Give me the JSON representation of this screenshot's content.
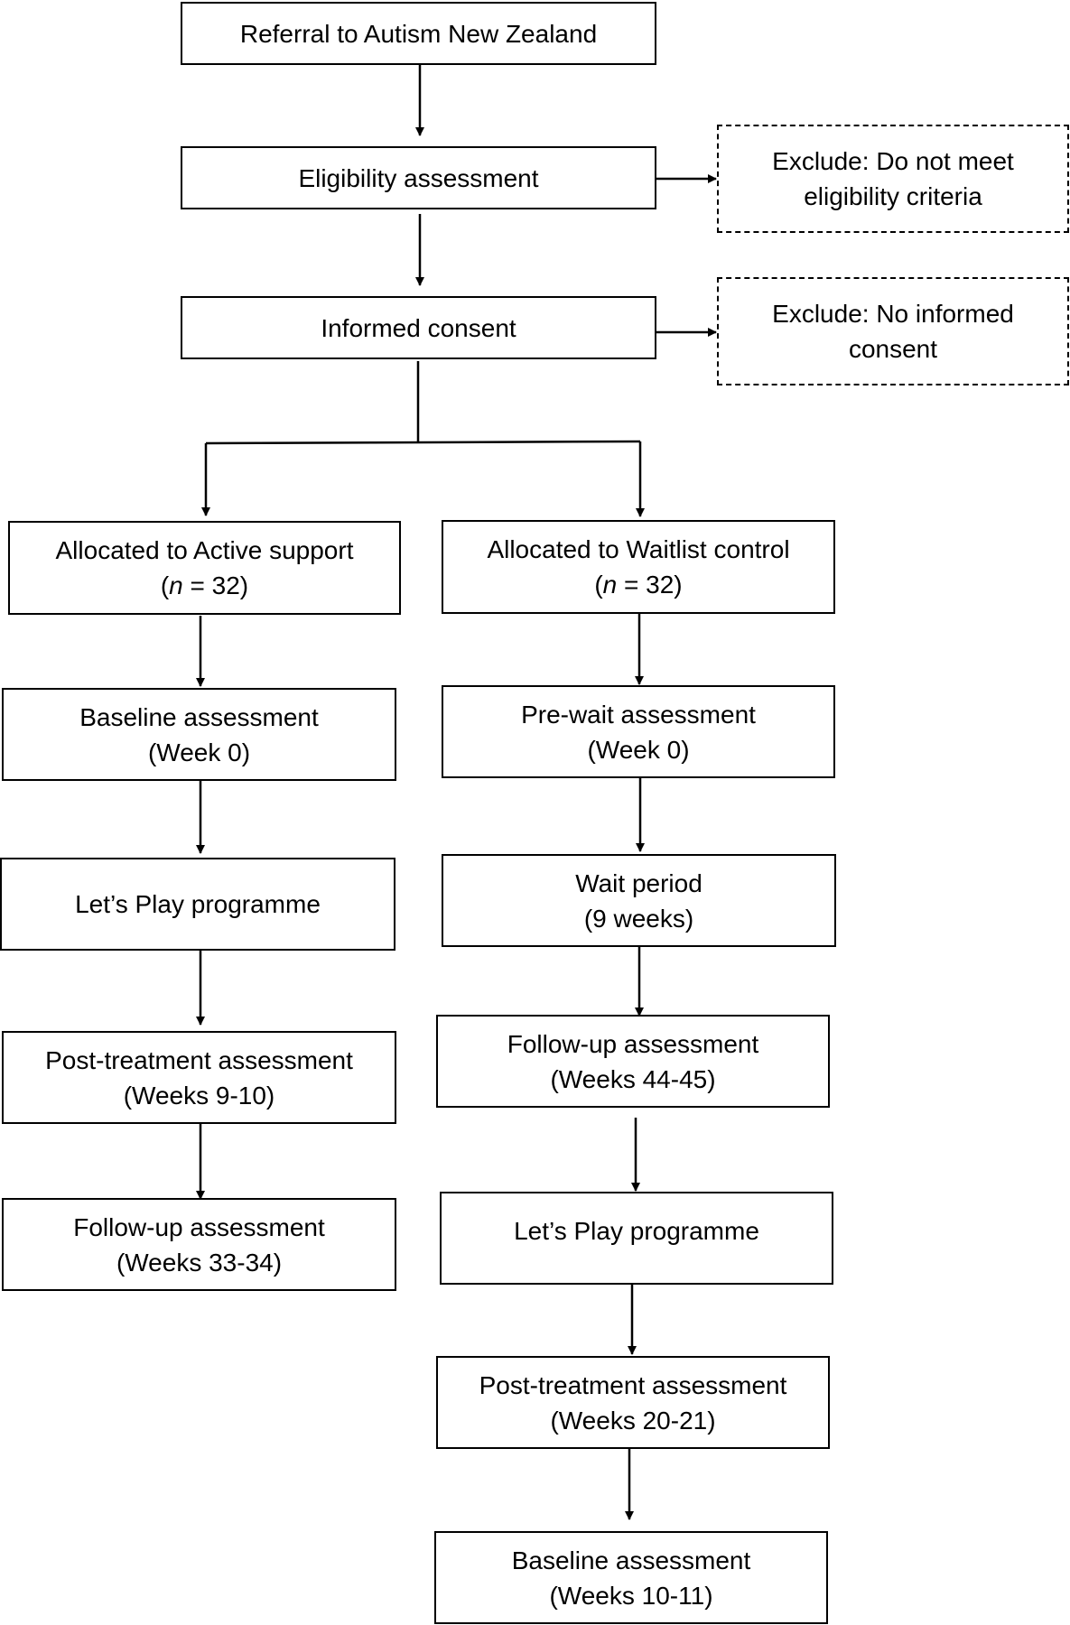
{
  "nodes": {
    "referral": {
      "line1": "Referral to Autism New Zealand"
    },
    "eligibility": {
      "line1": "Eligibility assessment"
    },
    "exclude_eligibility": {
      "line1": "Exclude: Do not meet",
      "line2": "eligibility criteria"
    },
    "consent": {
      "line1": "Informed consent"
    },
    "exclude_consent": {
      "line1": "Exclude: No informed",
      "line2": "consent"
    },
    "active_alloc": {
      "line1": "Allocated to Active support",
      "n_symbol": "n",
      "n_text": " = 32)"
    },
    "waitlist_alloc": {
      "line1": "Allocated to Waitlist control",
      "n_symbol": "n",
      "n_text": " = 32)"
    },
    "active_baseline": {
      "line1": "Baseline assessment",
      "line2": "(Week 0)"
    },
    "wait_prewait": {
      "line1": "Pre-wait assessment",
      "line2": "(Week 0)"
    },
    "active_programme": {
      "line1": "Let’s Play programme"
    },
    "wait_period": {
      "line1": "Wait period",
      "line2": "(9 weeks)"
    },
    "active_post": {
      "line1": "Post-treatment assessment",
      "line2": "(Weeks 9-10)"
    },
    "wait_followup": {
      "line1": "Follow-up assessment",
      "line2": "(Weeks 44-45)"
    },
    "active_followup": {
      "line1": "Follow-up assessment",
      "line2": "(Weeks 33-34)"
    },
    "wait_programme": {
      "line1": "Let’s Play programme"
    },
    "wait_post": {
      "line1": "Post-treatment assessment",
      "line2": "(Weeks 20-21)"
    },
    "wait_baseline": {
      "line1": "Baseline assessment",
      "line2": "(Weeks 10-11)"
    }
  }
}
